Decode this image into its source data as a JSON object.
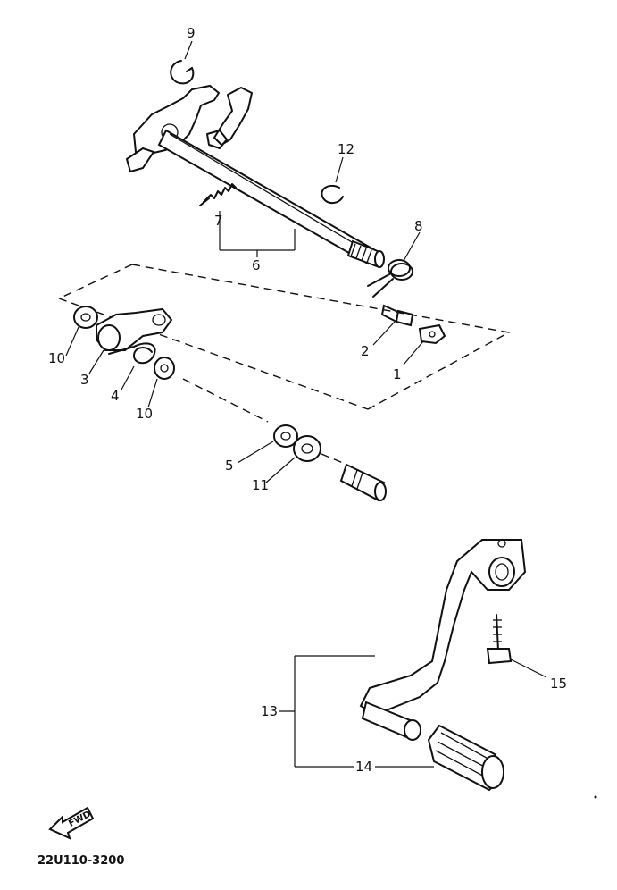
{
  "callouts": {
    "c1": "1",
    "c2": "2",
    "c3": "3",
    "c4": "4",
    "c5": "5",
    "c6": "6",
    "c7": "7",
    "c8": "8",
    "c9": "9",
    "c10a": "10",
    "c10b": "10",
    "c11": "11",
    "c12": "12",
    "c13": "13",
    "c14": "14",
    "c15": "15"
  },
  "forward_badge": "FWD",
  "diagram_code": "22U110-3200"
}
